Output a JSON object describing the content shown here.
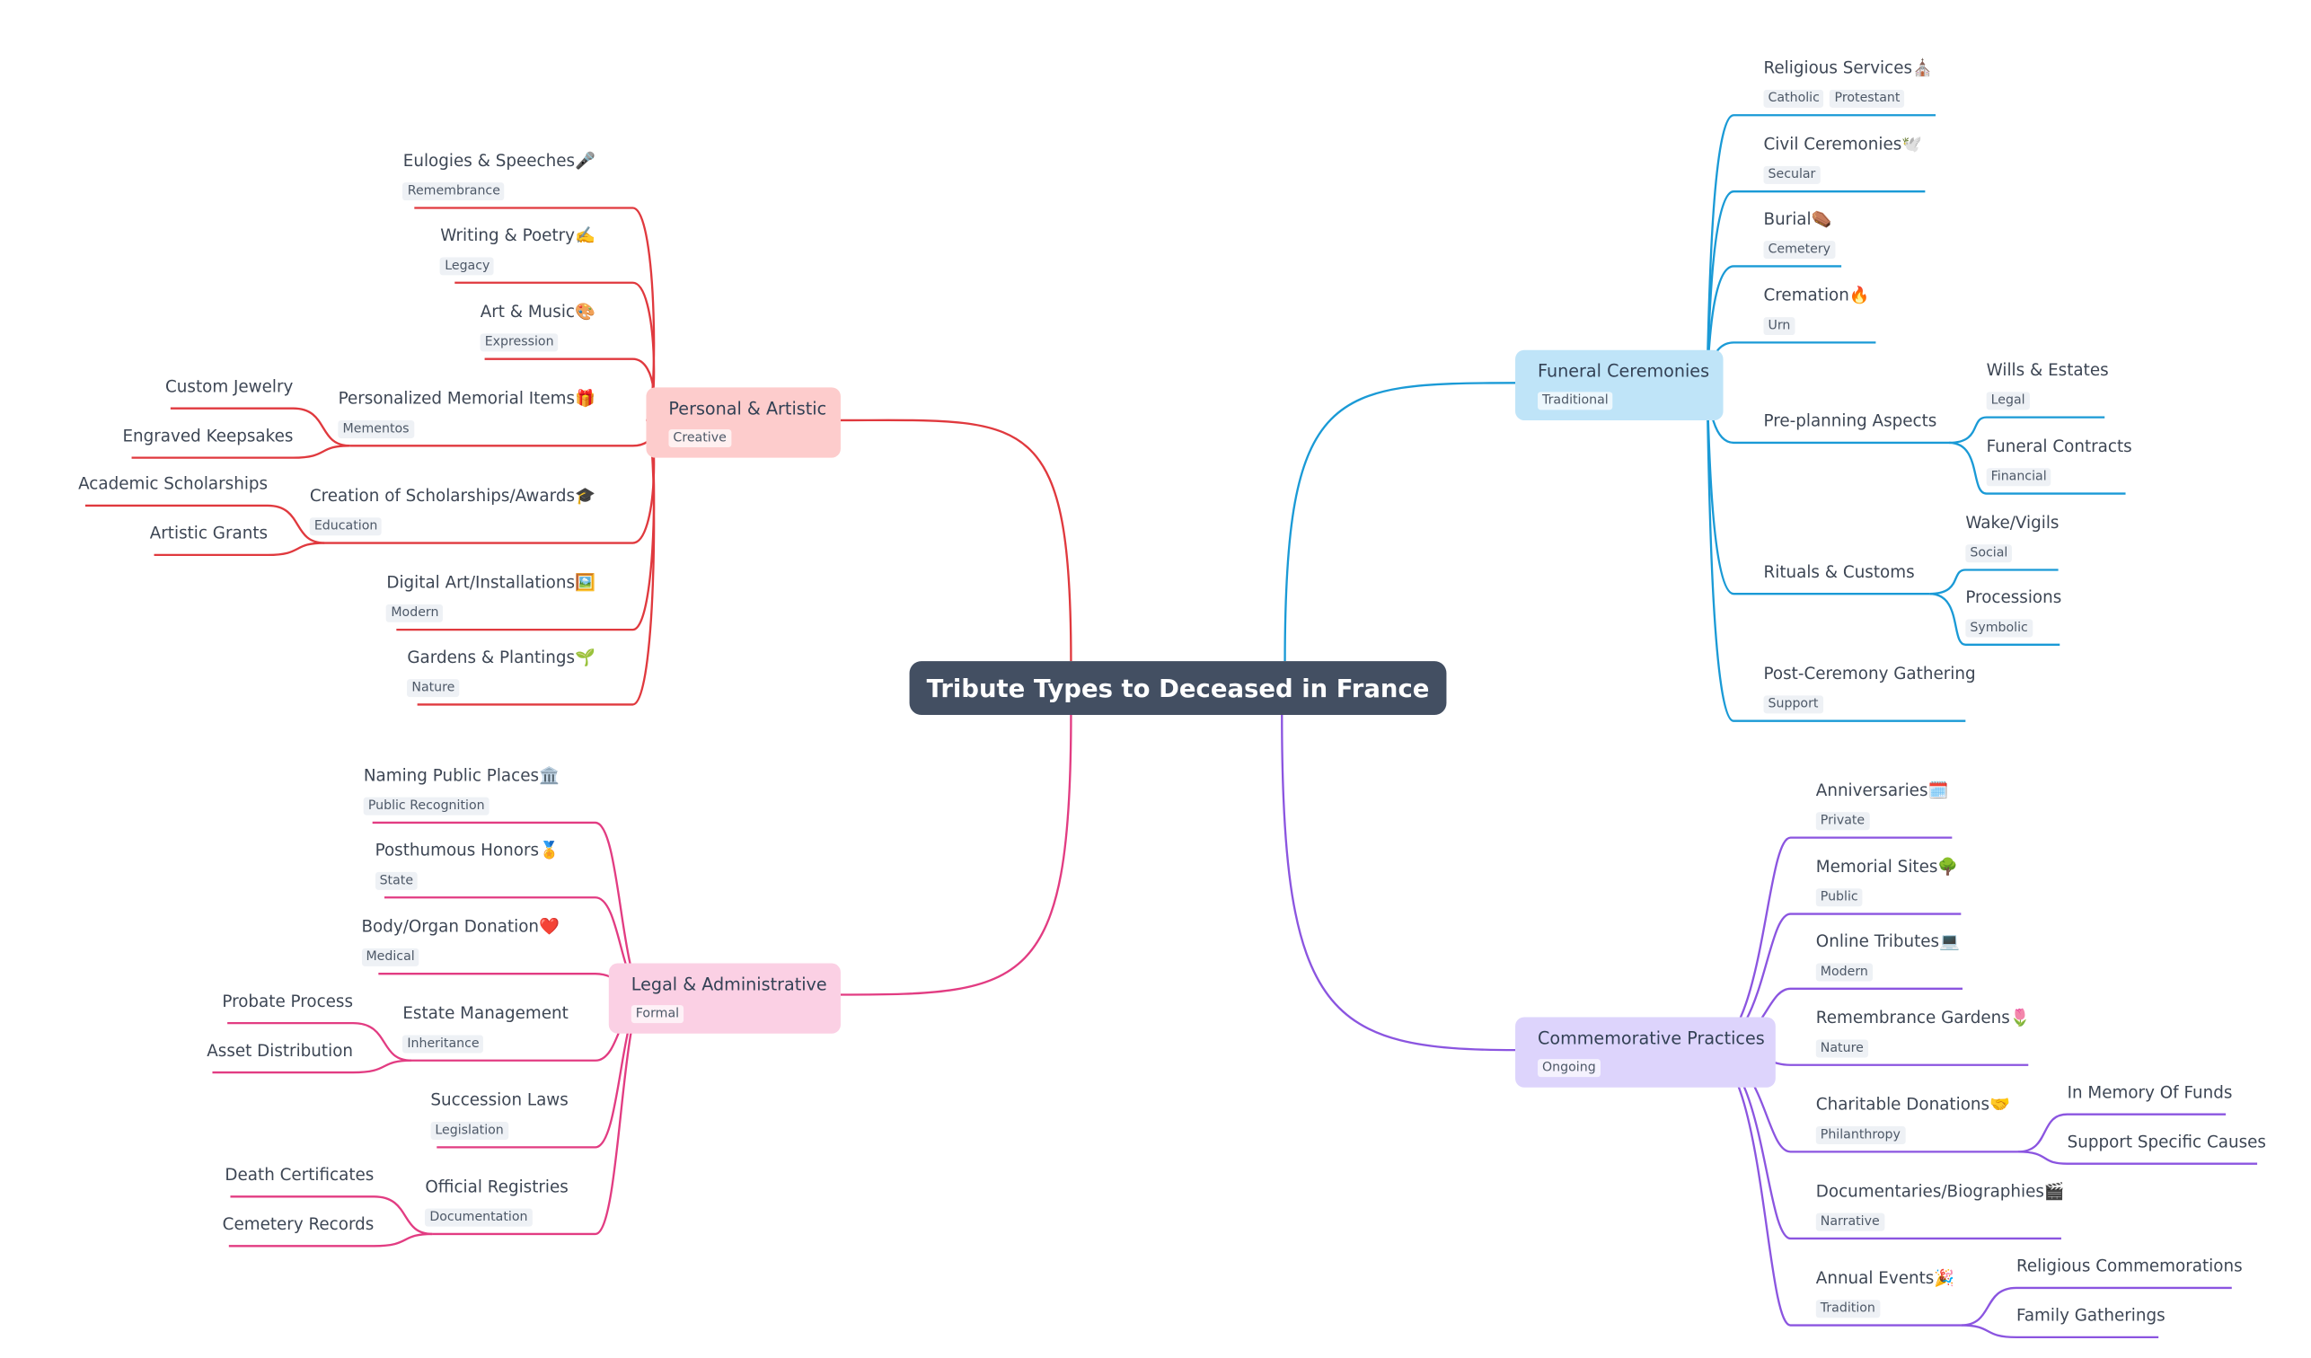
{
  "root": {
    "title": "Tribute Types to Deceased in France"
  },
  "colors": {
    "funeral": "#1a9ad6",
    "personal": "#e0393e",
    "legal": "#e23c82",
    "commemorative": "#8b55e0"
  },
  "branches": {
    "funeral": {
      "label": "Funeral Ceremonies",
      "tag": "Traditional",
      "children": [
        {
          "label": "Religious Services⛪",
          "tags": [
            "Catholic",
            "Protestant"
          ]
        },
        {
          "label": "Civil Ceremonies🕊️",
          "tags": [
            "Secular"
          ]
        },
        {
          "label": "Burial⚰️",
          "tags": [
            "Cemetery"
          ]
        },
        {
          "label": "Cremation🔥",
          "tags": [
            "Urn"
          ]
        },
        {
          "label": "Pre-planning Aspects",
          "tags": [],
          "children": [
            {
              "label": "Wills & Estates",
              "tags": [
                "Legal"
              ]
            },
            {
              "label": "Funeral Contracts",
              "tags": [
                "Financial"
              ]
            }
          ]
        },
        {
          "label": "Rituals & Customs",
          "tags": [],
          "children": [
            {
              "label": "Wake/Vigils",
              "tags": [
                "Social"
              ]
            },
            {
              "label": "Processions",
              "tags": [
                "Symbolic"
              ]
            }
          ]
        },
        {
          "label": "Post-Ceremony Gathering",
          "tags": [
            "Support"
          ]
        }
      ]
    },
    "personal": {
      "label": "Personal & Artistic",
      "tag": "Creative",
      "children": [
        {
          "label": "Eulogies & Speeches🎤",
          "tags": [
            "Remembrance"
          ]
        },
        {
          "label": "Writing & Poetry✍️",
          "tags": [
            "Legacy"
          ]
        },
        {
          "label": "Art & Music🎨",
          "tags": [
            "Expression"
          ]
        },
        {
          "label": "Personalized Memorial Items🎁",
          "tags": [
            "Mementos"
          ],
          "children": [
            {
              "label": "Custom Jewelry",
              "tags": []
            },
            {
              "label": "Engraved Keepsakes",
              "tags": []
            }
          ]
        },
        {
          "label": "Creation of Scholarships/Awards🎓",
          "tags": [
            "Education"
          ],
          "children": [
            {
              "label": "Academic Scholarships",
              "tags": []
            },
            {
              "label": "Artistic Grants",
              "tags": []
            }
          ]
        },
        {
          "label": "Digital Art/Installations🖼️",
          "tags": [
            "Modern"
          ]
        },
        {
          "label": "Gardens & Plantings🌱",
          "tags": [
            "Nature"
          ]
        }
      ]
    },
    "legal": {
      "label": "Legal & Administrative",
      "tag": "Formal",
      "children": [
        {
          "label": "Naming Public Places🏛️",
          "tags": [
            "Public Recognition"
          ]
        },
        {
          "label": "Posthumous Honors🏅",
          "tags": [
            "State"
          ]
        },
        {
          "label": "Body/Organ Donation❤️",
          "tags": [
            "Medical"
          ]
        },
        {
          "label": "Estate Management",
          "tags": [
            "Inheritance"
          ],
          "children": [
            {
              "label": "Probate Process",
              "tags": []
            },
            {
              "label": "Asset Distribution",
              "tags": []
            }
          ]
        },
        {
          "label": "Succession Laws",
          "tags": [
            "Legislation"
          ]
        },
        {
          "label": "Official Registries",
          "tags": [
            "Documentation"
          ],
          "children": [
            {
              "label": "Death Certificates",
              "tags": []
            },
            {
              "label": "Cemetery Records",
              "tags": []
            }
          ]
        }
      ]
    },
    "commemorative": {
      "label": "Commemorative Practices",
      "tag": "Ongoing",
      "children": [
        {
          "label": "Anniversaries🗓️",
          "tags": [
            "Private"
          ]
        },
        {
          "label": "Memorial Sites🌳",
          "tags": [
            "Public"
          ]
        },
        {
          "label": "Online Tributes💻",
          "tags": [
            "Modern"
          ]
        },
        {
          "label": "Remembrance Gardens🌷",
          "tags": [
            "Nature"
          ]
        },
        {
          "label": "Charitable Donations🤝",
          "tags": [
            "Philanthropy"
          ],
          "children": [
            {
              "label": "In Memory Of Funds",
              "tags": []
            },
            {
              "label": "Support Specific Causes",
              "tags": []
            }
          ]
        },
        {
          "label": "Documentaries/Biographies🎬",
          "tags": [
            "Narrative"
          ]
        },
        {
          "label": "Annual Events🎉",
          "tags": [
            "Tradition"
          ],
          "children": [
            {
              "label": "Religious Commemorations",
              "tags": []
            },
            {
              "label": "Family Gatherings",
              "tags": []
            }
          ]
        }
      ]
    }
  }
}
